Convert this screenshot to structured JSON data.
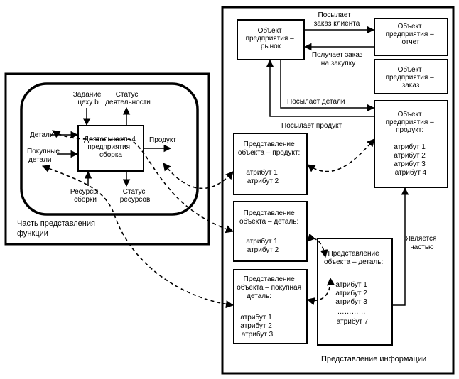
{
  "function_part": {
    "title": [
      "Часть представления",
      "функции"
    ],
    "activity": [
      "Деятельность 4",
      "предприятия:",
      "сборка"
    ],
    "task": [
      "Задание",
      "цеху b"
    ],
    "status_activity": [
      "Статус",
      "деятельности"
    ],
    "product": "Продукт",
    "details": "Детали",
    "purchased_details": [
      "Покупные",
      "детали"
    ],
    "assembly_resources": [
      "Ресурсы",
      "сборки"
    ],
    "resource_status": [
      "Статус",
      "ресурсов"
    ]
  },
  "info_part": {
    "title": "Представление информации",
    "market": [
      "Объект",
      "предприятия –",
      "рынок"
    ],
    "report": [
      "Объект",
      "предприятия –",
      "отчет"
    ],
    "order": [
      "Объект",
      "предприятия –",
      "заказ"
    ],
    "product_object": [
      "Объект",
      "предприятия –",
      "продукт:",
      "",
      "атрибут 1",
      "атрибут 2",
      "атрибут 3",
      "атрибут 4"
    ],
    "product_view": [
      "Представление",
      "объекта – продукт:",
      "",
      "атрибут 1",
      "атрибут 2"
    ],
    "detail_view_1": [
      "Представление",
      "объекта – деталь:",
      "",
      "атрибут 1",
      "атрибут 2"
    ],
    "purchased_view": [
      "Представление",
      "объекта – покупная",
      "деталь:",
      "",
      "атрибут 1",
      "атрибут 2",
      "атрибут 3"
    ],
    "detail_view_2": [
      "Представление",
      "объекта – деталь:",
      "",
      "атрибут 1",
      "атрибут 2",
      "атрибут 3",
      "…………",
      "атрибут 7"
    ],
    "sends_order": [
      "Посылает",
      "заказ клиента"
    ],
    "receives_order": [
      "Получает заказ",
      "на закупку"
    ],
    "sends_details": "Посылает детали",
    "sends_product": "Посылает продукт",
    "is_part": [
      "Является",
      "частью"
    ]
  }
}
